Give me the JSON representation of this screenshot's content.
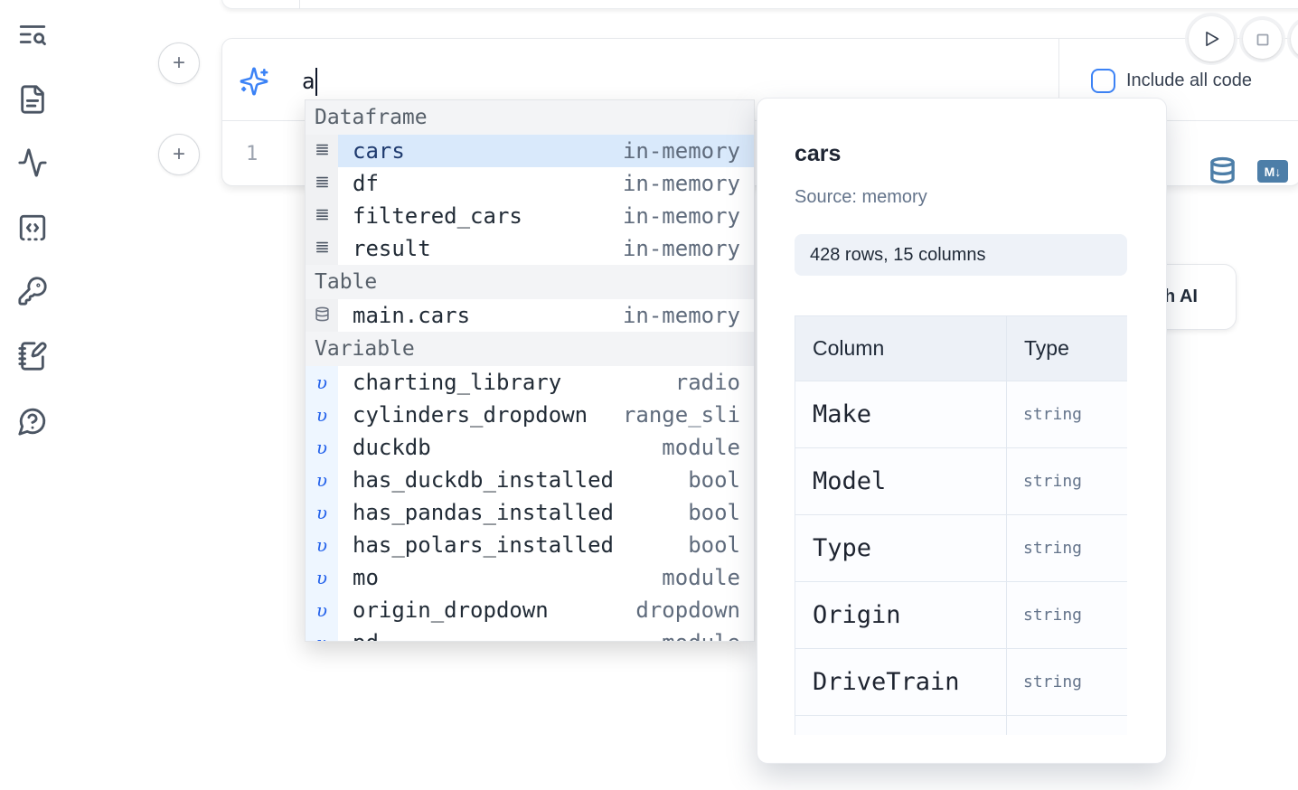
{
  "theme": {
    "accent_blue": "#3b82f6",
    "steel_blue": "#4d7ea8",
    "selected_row_bg": "#d9e9fb",
    "selected_row_text": "#1e3a6e",
    "section_header_bg": "#f3f4f6"
  },
  "sidebar": {
    "icons": [
      "text-search",
      "file-document",
      "activity-pulse",
      "code-snippet",
      "key",
      "notebook-pen",
      "help-chat"
    ]
  },
  "run_controls": {
    "play": "play-icon",
    "stop": "stop-icon"
  },
  "ai_panel": {
    "value": "a",
    "include_label": "Include all code",
    "include_checked": false
  },
  "code_cell": {
    "line_number": "1",
    "sql_icon": "database-icon",
    "markdown_badge": "M↓"
  },
  "autocomplete": {
    "sections": [
      {
        "label": "Dataframe",
        "icon": "dataframe",
        "items": [
          {
            "name": "cars",
            "type": "in-memory",
            "selected": true
          },
          {
            "name": "df",
            "type": "in-memory"
          },
          {
            "name": "filtered_cars",
            "type": "in-memory"
          },
          {
            "name": "result",
            "type": "in-memory"
          }
        ]
      },
      {
        "label": "Table",
        "icon": "database",
        "items": [
          {
            "name": "main.cars",
            "type": "in-memory"
          }
        ]
      },
      {
        "label": "Variable",
        "icon": "variable",
        "items": [
          {
            "name": "charting_library",
            "type": "radio"
          },
          {
            "name": "cylinders_dropdown",
            "type": "range_sli"
          },
          {
            "name": "duckdb",
            "type": "module"
          },
          {
            "name": "has_duckdb_installed",
            "type": "bool"
          },
          {
            "name": "has_pandas_installed",
            "type": "bool"
          },
          {
            "name": "has_polars_installed",
            "type": "bool"
          },
          {
            "name": "mo",
            "type": "module"
          },
          {
            "name": "origin_dropdown",
            "type": "dropdown"
          },
          {
            "name": "pd",
            "type": "module"
          }
        ]
      }
    ]
  },
  "preview": {
    "title": "cars",
    "source": "Source: memory",
    "shape": "428 rows, 15 columns",
    "columns_header": [
      "Column",
      "Type"
    ],
    "columns": [
      {
        "name": "Make",
        "type": "string"
      },
      {
        "name": "Model",
        "type": "string"
      },
      {
        "name": "Type",
        "type": "string"
      },
      {
        "name": "Origin",
        "type": "string"
      },
      {
        "name": "DriveTrain",
        "type": "string"
      }
    ]
  },
  "generate_button": {
    "label": "Generate with AI"
  }
}
